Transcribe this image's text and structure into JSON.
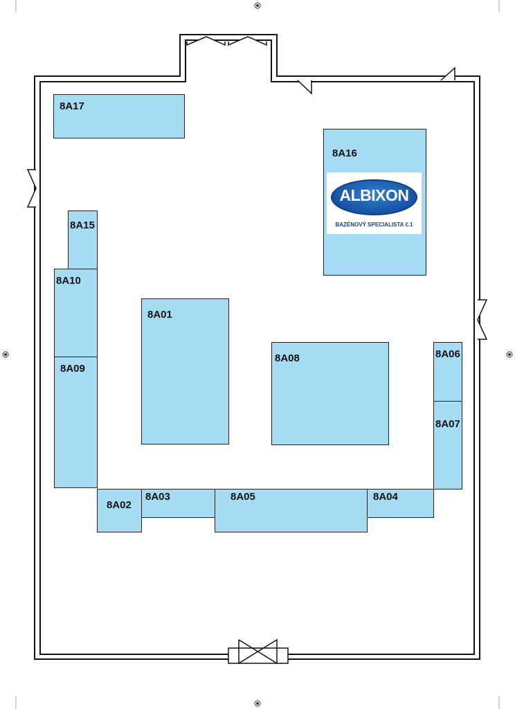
{
  "booths": {
    "b8A17": "8A17",
    "b8A16": "8A16",
    "b8A15": "8A15",
    "b8A10": "8A10",
    "b8A09": "8A09",
    "b8A01": "8A01",
    "b8A08": "8A08",
    "b8A06": "8A06",
    "b8A07": "8A07",
    "b8A02": "8A02",
    "b8A03": "8A03",
    "b8A05": "8A05",
    "b8A04": "8A04"
  },
  "logo": {
    "brand": "ALBIXON",
    "tagline": "BAZÉNOVÝ SPECIALISTA č.1"
  },
  "colors": {
    "booth": "#a6dcf3",
    "wall": "#111111",
    "logo_blue": "#0d3f8f"
  }
}
